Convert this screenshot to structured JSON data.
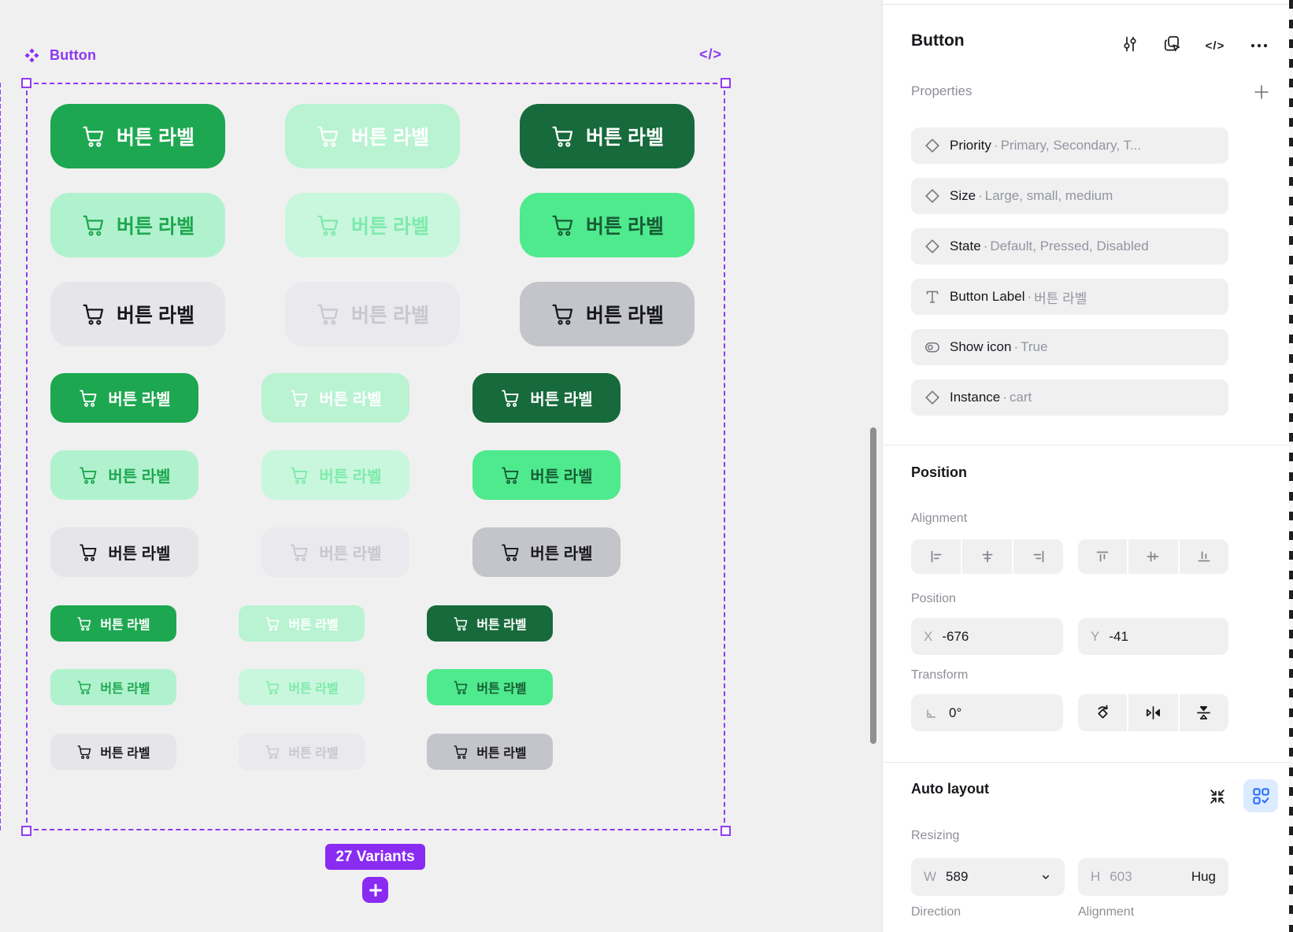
{
  "canvas": {
    "component_label": "Button",
    "code_icon_text": "</>",
    "variants_badge": "27 Variants",
    "button_label": "버튼 라벨",
    "colors": {
      "accent_purple": "#8A2BF2",
      "selection_purple": "#8F3BF5",
      "canvas_bg": "#F0F0F0"
    },
    "grid": {
      "rows": [
        {
          "size": "large",
          "priority": "primary",
          "cells": [
            {
              "state": "default",
              "bg": "#1DA750",
              "fg": "#FFFFFF"
            },
            {
              "state": "disabled",
              "bg": "#B9F3D2",
              "fg": "#FFFFFF"
            },
            {
              "state": "pressed",
              "bg": "#166A3B",
              "fg": "#FFFFFF"
            }
          ]
        },
        {
          "size": "large",
          "priority": "secondary",
          "cells": [
            {
              "state": "default",
              "bg": "#B1F2CE",
              "fg": "#1DA750"
            },
            {
              "state": "disabled",
              "bg": "#C9F7DD",
              "fg": "#7EEAAC"
            },
            {
              "state": "pressed",
              "bg": "#4FEA8D",
              "fg": "#175C35"
            }
          ]
        },
        {
          "size": "large",
          "priority": "tertiary",
          "cells": [
            {
              "state": "default",
              "bg": "#E5E5EA",
              "fg": "#17181C"
            },
            {
              "state": "disabled",
              "bg": "#E9E9EE",
              "fg": "#C7C8CF"
            },
            {
              "state": "pressed",
              "bg": "#C4C4CB",
              "fg": "#17181C"
            }
          ]
        },
        {
          "size": "medium",
          "priority": "primary",
          "cells": [
            {
              "state": "default",
              "bg": "#1DA750",
              "fg": "#FFFFFF"
            },
            {
              "state": "disabled",
              "bg": "#B9F3D2",
              "fg": "#FFFFFF"
            },
            {
              "state": "pressed",
              "bg": "#166A3B",
              "fg": "#FFFFFF"
            }
          ]
        },
        {
          "size": "medium",
          "priority": "secondary",
          "cells": [
            {
              "state": "default",
              "bg": "#B1F2CE",
              "fg": "#1DA750"
            },
            {
              "state": "disabled",
              "bg": "#C9F7DD",
              "fg": "#7EEAAC"
            },
            {
              "state": "pressed",
              "bg": "#4FEA8D",
              "fg": "#175C35"
            }
          ]
        },
        {
          "size": "medium",
          "priority": "tertiary",
          "cells": [
            {
              "state": "default",
              "bg": "#E5E5EA",
              "fg": "#17181C"
            },
            {
              "state": "disabled",
              "bg": "#E9E9EE",
              "fg": "#C7C8CF"
            },
            {
              "state": "pressed",
              "bg": "#C4C4CB",
              "fg": "#17181C"
            }
          ]
        },
        {
          "size": "small",
          "priority": "primary",
          "cells": [
            {
              "state": "default",
              "bg": "#1DA750",
              "fg": "#FFFFFF"
            },
            {
              "state": "disabled",
              "bg": "#B9F3D2",
              "fg": "#FFFFFF"
            },
            {
              "state": "pressed",
              "bg": "#166A3B",
              "fg": "#FFFFFF"
            }
          ]
        },
        {
          "size": "small",
          "priority": "secondary",
          "cells": [
            {
              "state": "default",
              "bg": "#B1F2CE",
              "fg": "#1DA750"
            },
            {
              "state": "disabled",
              "bg": "#C9F7DD",
              "fg": "#7EEAAC"
            },
            {
              "state": "pressed",
              "bg": "#4FEA8D",
              "fg": "#175C35"
            }
          ]
        },
        {
          "size": "small",
          "priority": "tertiary",
          "cells": [
            {
              "state": "default",
              "bg": "#E5E5EA",
              "fg": "#17181C"
            },
            {
              "state": "disabled",
              "bg": "#E9E9EE",
              "fg": "#C7C8CF"
            },
            {
              "state": "pressed",
              "bg": "#C4C4CB",
              "fg": "#17181C"
            }
          ]
        }
      ]
    }
  },
  "panel": {
    "title": "Button",
    "properties": {
      "heading": "Properties",
      "separator": "·",
      "rows": [
        {
          "icon": "diamond",
          "label": "Priority",
          "value": "Primary, Secondary, T..."
        },
        {
          "icon": "diamond",
          "label": "Size",
          "value": "Large, small, medium"
        },
        {
          "icon": "diamond",
          "label": "State",
          "value": "Default, Pressed, Disabled"
        },
        {
          "icon": "text",
          "label": "Button Label",
          "value": "버튼 라벨"
        },
        {
          "icon": "toggle",
          "label": "Show icon",
          "value": "True"
        },
        {
          "icon": "diamond",
          "label": "Instance",
          "value": "cart"
        }
      ]
    },
    "position": {
      "heading": "Position",
      "alignment_label": "Alignment",
      "position_label": "Position",
      "x_label": "X",
      "x_value": "-676",
      "y_label": "Y",
      "y_value": "-41",
      "transform_label": "Transform",
      "rotation_value": "0°"
    },
    "auto_layout": {
      "heading": "Auto layout",
      "resizing_label": "Resizing",
      "w_label": "W",
      "w_value": "589",
      "h_label": "H",
      "h_value": "603",
      "h_mode": "Hug",
      "direction_label": "Direction",
      "alignment_label": "Alignment",
      "active_blue": "#2970FF",
      "active_blue_bg": "#DCEBFF"
    }
  }
}
